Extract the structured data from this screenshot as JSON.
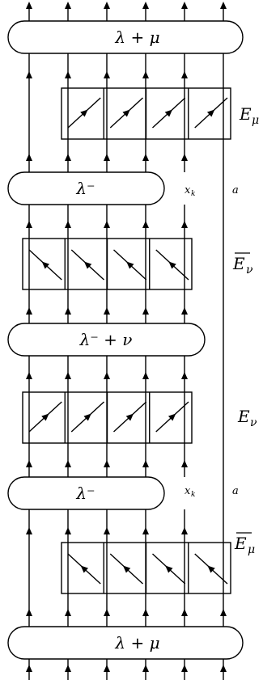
{
  "boxes": [
    {
      "key": "top",
      "label": "λ + μ"
    },
    {
      "key": "a",
      "label": "λ⁻"
    },
    {
      "key": "b",
      "label": "λ⁻ + ν"
    },
    {
      "key": "c",
      "label": "λ⁻"
    },
    {
      "key": "bottom",
      "label": "λ + μ"
    }
  ],
  "operators": [
    {
      "key": "e_mu",
      "label": "E",
      "sub": "μ",
      "overline": false
    },
    {
      "key": "ebar_nu",
      "label": "E",
      "sub": "ν",
      "overline": true
    },
    {
      "key": "e_nu",
      "label": "E",
      "sub": "ν",
      "overline": false
    },
    {
      "key": "ebar_mu",
      "label": "E",
      "sub": "μ",
      "overline": true
    }
  ],
  "side_labels": {
    "xk_1": "x",
    "xk_1_sub": "k",
    "a_1": "a",
    "xk_2": "x",
    "xk_2_sub": "k",
    "a_2": "a"
  }
}
